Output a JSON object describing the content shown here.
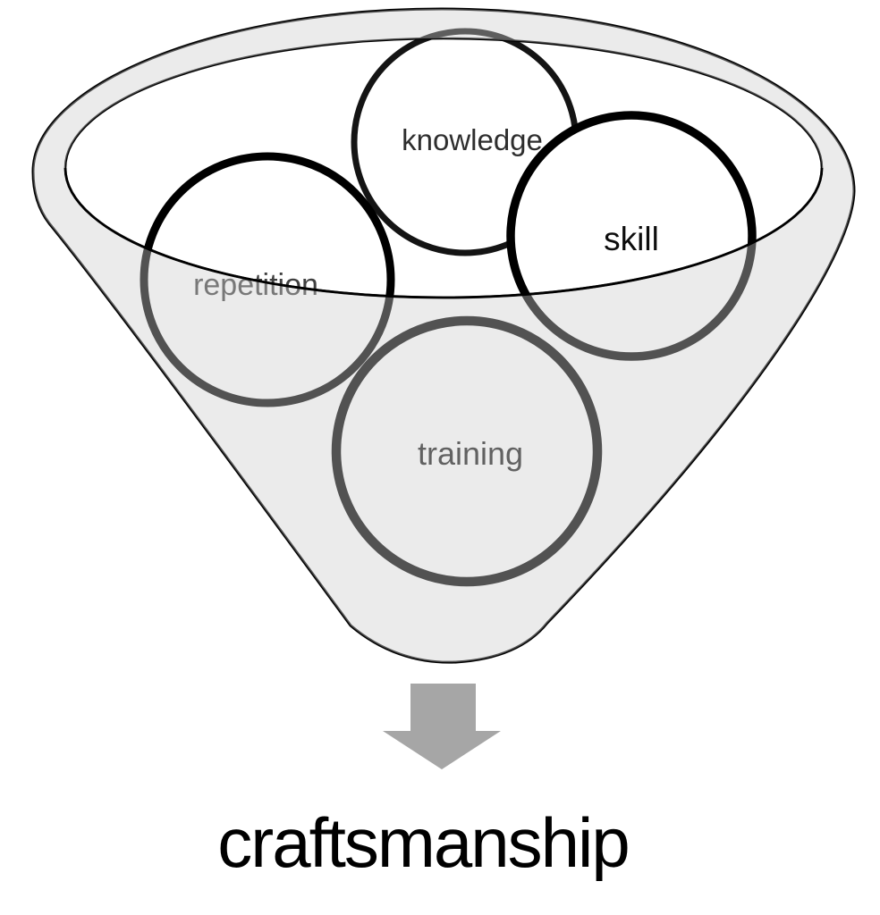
{
  "funnel": {
    "bubbles": [
      {
        "id": "knowledge",
        "label": "knowledge"
      },
      {
        "id": "repetition",
        "label": "repetition"
      },
      {
        "id": "skill",
        "label": "skill"
      },
      {
        "id": "training",
        "label": "training"
      }
    ],
    "result_label": "craftsmanship"
  },
  "colors": {
    "funnel_fill_effective": "#ebebeb",
    "outline": "#000000",
    "bubble_outline": "#000000",
    "muted_overlay": "rgba(205,205,205,0.40)",
    "liquid_line": "#000000",
    "arrow": "#a6a6a6",
    "knowledge_text": "#2e2e2e",
    "repetition_text": "#404040",
    "skill_text": "#0d0d0d",
    "training_text": "#1a1a1a",
    "result_text": "#000000"
  }
}
